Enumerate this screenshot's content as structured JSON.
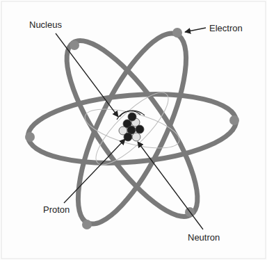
{
  "diagram": {
    "labels": [
      "Nucleus",
      "Electron",
      "Proton",
      "Neutron"
    ]
  }
}
